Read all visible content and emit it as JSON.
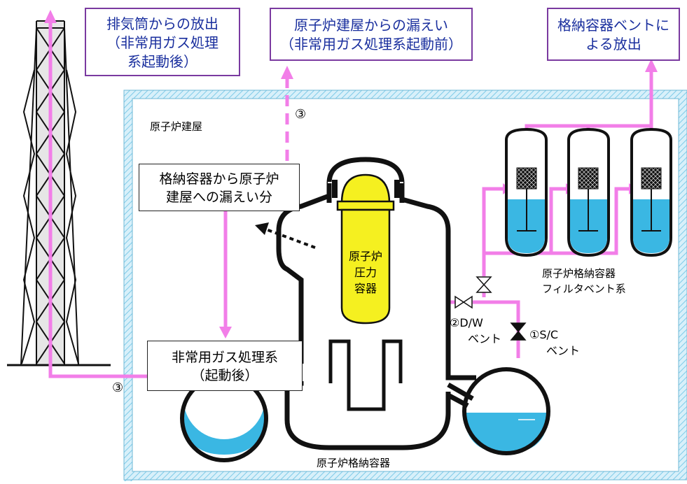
{
  "callouts": {
    "stack_release": [
      "排気筒からの放出",
      "（非常用ガス処理",
      "系起動後）"
    ],
    "building_leak": [
      "原子炉建屋からの漏えい",
      "（非常用ガス処理系起動前）"
    ],
    "vent_release": [
      "格納容器ベントに",
      "よる放出"
    ]
  },
  "labels": {
    "reactor_building": "原子炉建屋",
    "leak_box": [
      "格納容器から原子炉",
      "建屋への漏えい分"
    ],
    "sgts_box": [
      "非常用ガス処理系",
      "（起動後）"
    ],
    "rpv": [
      "原子炉",
      "圧力",
      "容器"
    ],
    "pcv": "原子炉格納容器",
    "filter_vent": [
      "原子炉格納容器",
      "フィルタベント系"
    ],
    "dw_vent": [
      "②D/W",
      "ベント"
    ],
    "sc_vent": [
      "①S/C",
      "ベント"
    ],
    "marker_top": "③",
    "marker_bottom": "③"
  },
  "colors": {
    "release_path": "#f27ee8",
    "rpv_fill": "#f5f020",
    "water": "#3ab7e3",
    "building_border": "#9fdaf0",
    "callout_text": "#1a2f9e",
    "callout_border": "#7a3aa0"
  },
  "icons": [
    "exhaust-stack",
    "filter-vessel",
    "valve-icon",
    "leak-arrow-icon"
  ]
}
